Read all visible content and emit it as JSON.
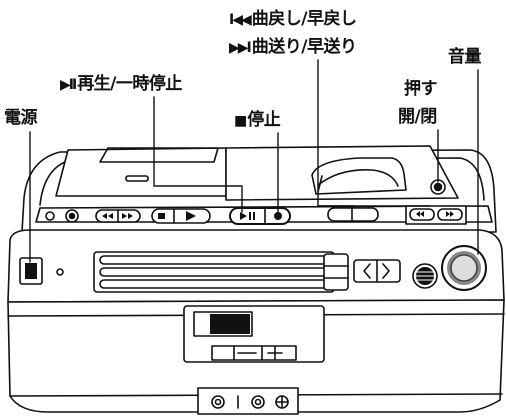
{
  "labels": {
    "prev": {
      "symbol": "I◀◀",
      "text": "曲戻し/早戻し"
    },
    "next": {
      "symbol": "▶▶I",
      "text": "曲送り/早送り"
    },
    "play": {
      "symbol": "▶II",
      "text": "再生/一時停止"
    },
    "power": {
      "text": "電源"
    },
    "stop": {
      "symbol": "■",
      "text": "停止"
    },
    "volume": {
      "text": "音量"
    },
    "push": {
      "text": "押す"
    },
    "open": {
      "text": "開/閉"
    }
  }
}
